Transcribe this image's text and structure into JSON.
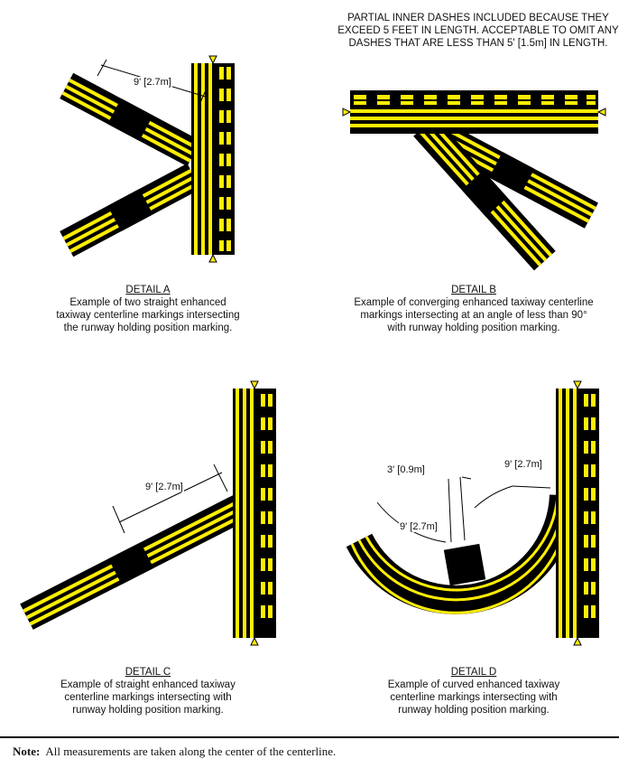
{
  "top_note": {
    "line1": "PARTIAL INNER DASHES INCLUDED BECAUSE THEY",
    "line2": "EXCEED 5 FEET IN LENGTH. ACCEPTABLE TO OMIT ANY",
    "line3": "DASHES THAT ARE LESS THAN 5' [1.5m] IN LENGTH."
  },
  "details": {
    "a": {
      "title": "DETAIL A",
      "lines": [
        "Example of two straight enhanced",
        "taxiway centerline markings intersecting",
        "the runway holding position marking."
      ],
      "measure": "9' [2.7m]"
    },
    "b": {
      "title": "DETAIL B",
      "lines": [
        "Example of converging enhanced taxiway centerline",
        "markings intersecting at an angle  of less than 90°",
        "with runway holding position marking."
      ]
    },
    "c": {
      "title": "DETAIL C",
      "lines": [
        "Example of straight enhanced taxiway",
        "centerline markings intersecting with",
        "runway holding position marking."
      ],
      "measure": "9' [2.7m]"
    },
    "d": {
      "title": "DETAIL D",
      "lines": [
        "Example of curved enhanced taxiway",
        "centerline markings intersecting with",
        "runway holding position marking."
      ],
      "measure_a": "3' [0.9m]",
      "measure_b": "9' [2.7m]",
      "measure_c": "9' [2.7m]"
    }
  },
  "footer": {
    "label": "Note:",
    "text": "All measurements are taken along the center of the centerline."
  },
  "colors": {
    "marking_yellow": "#ffee00",
    "marking_black": "#000000"
  }
}
